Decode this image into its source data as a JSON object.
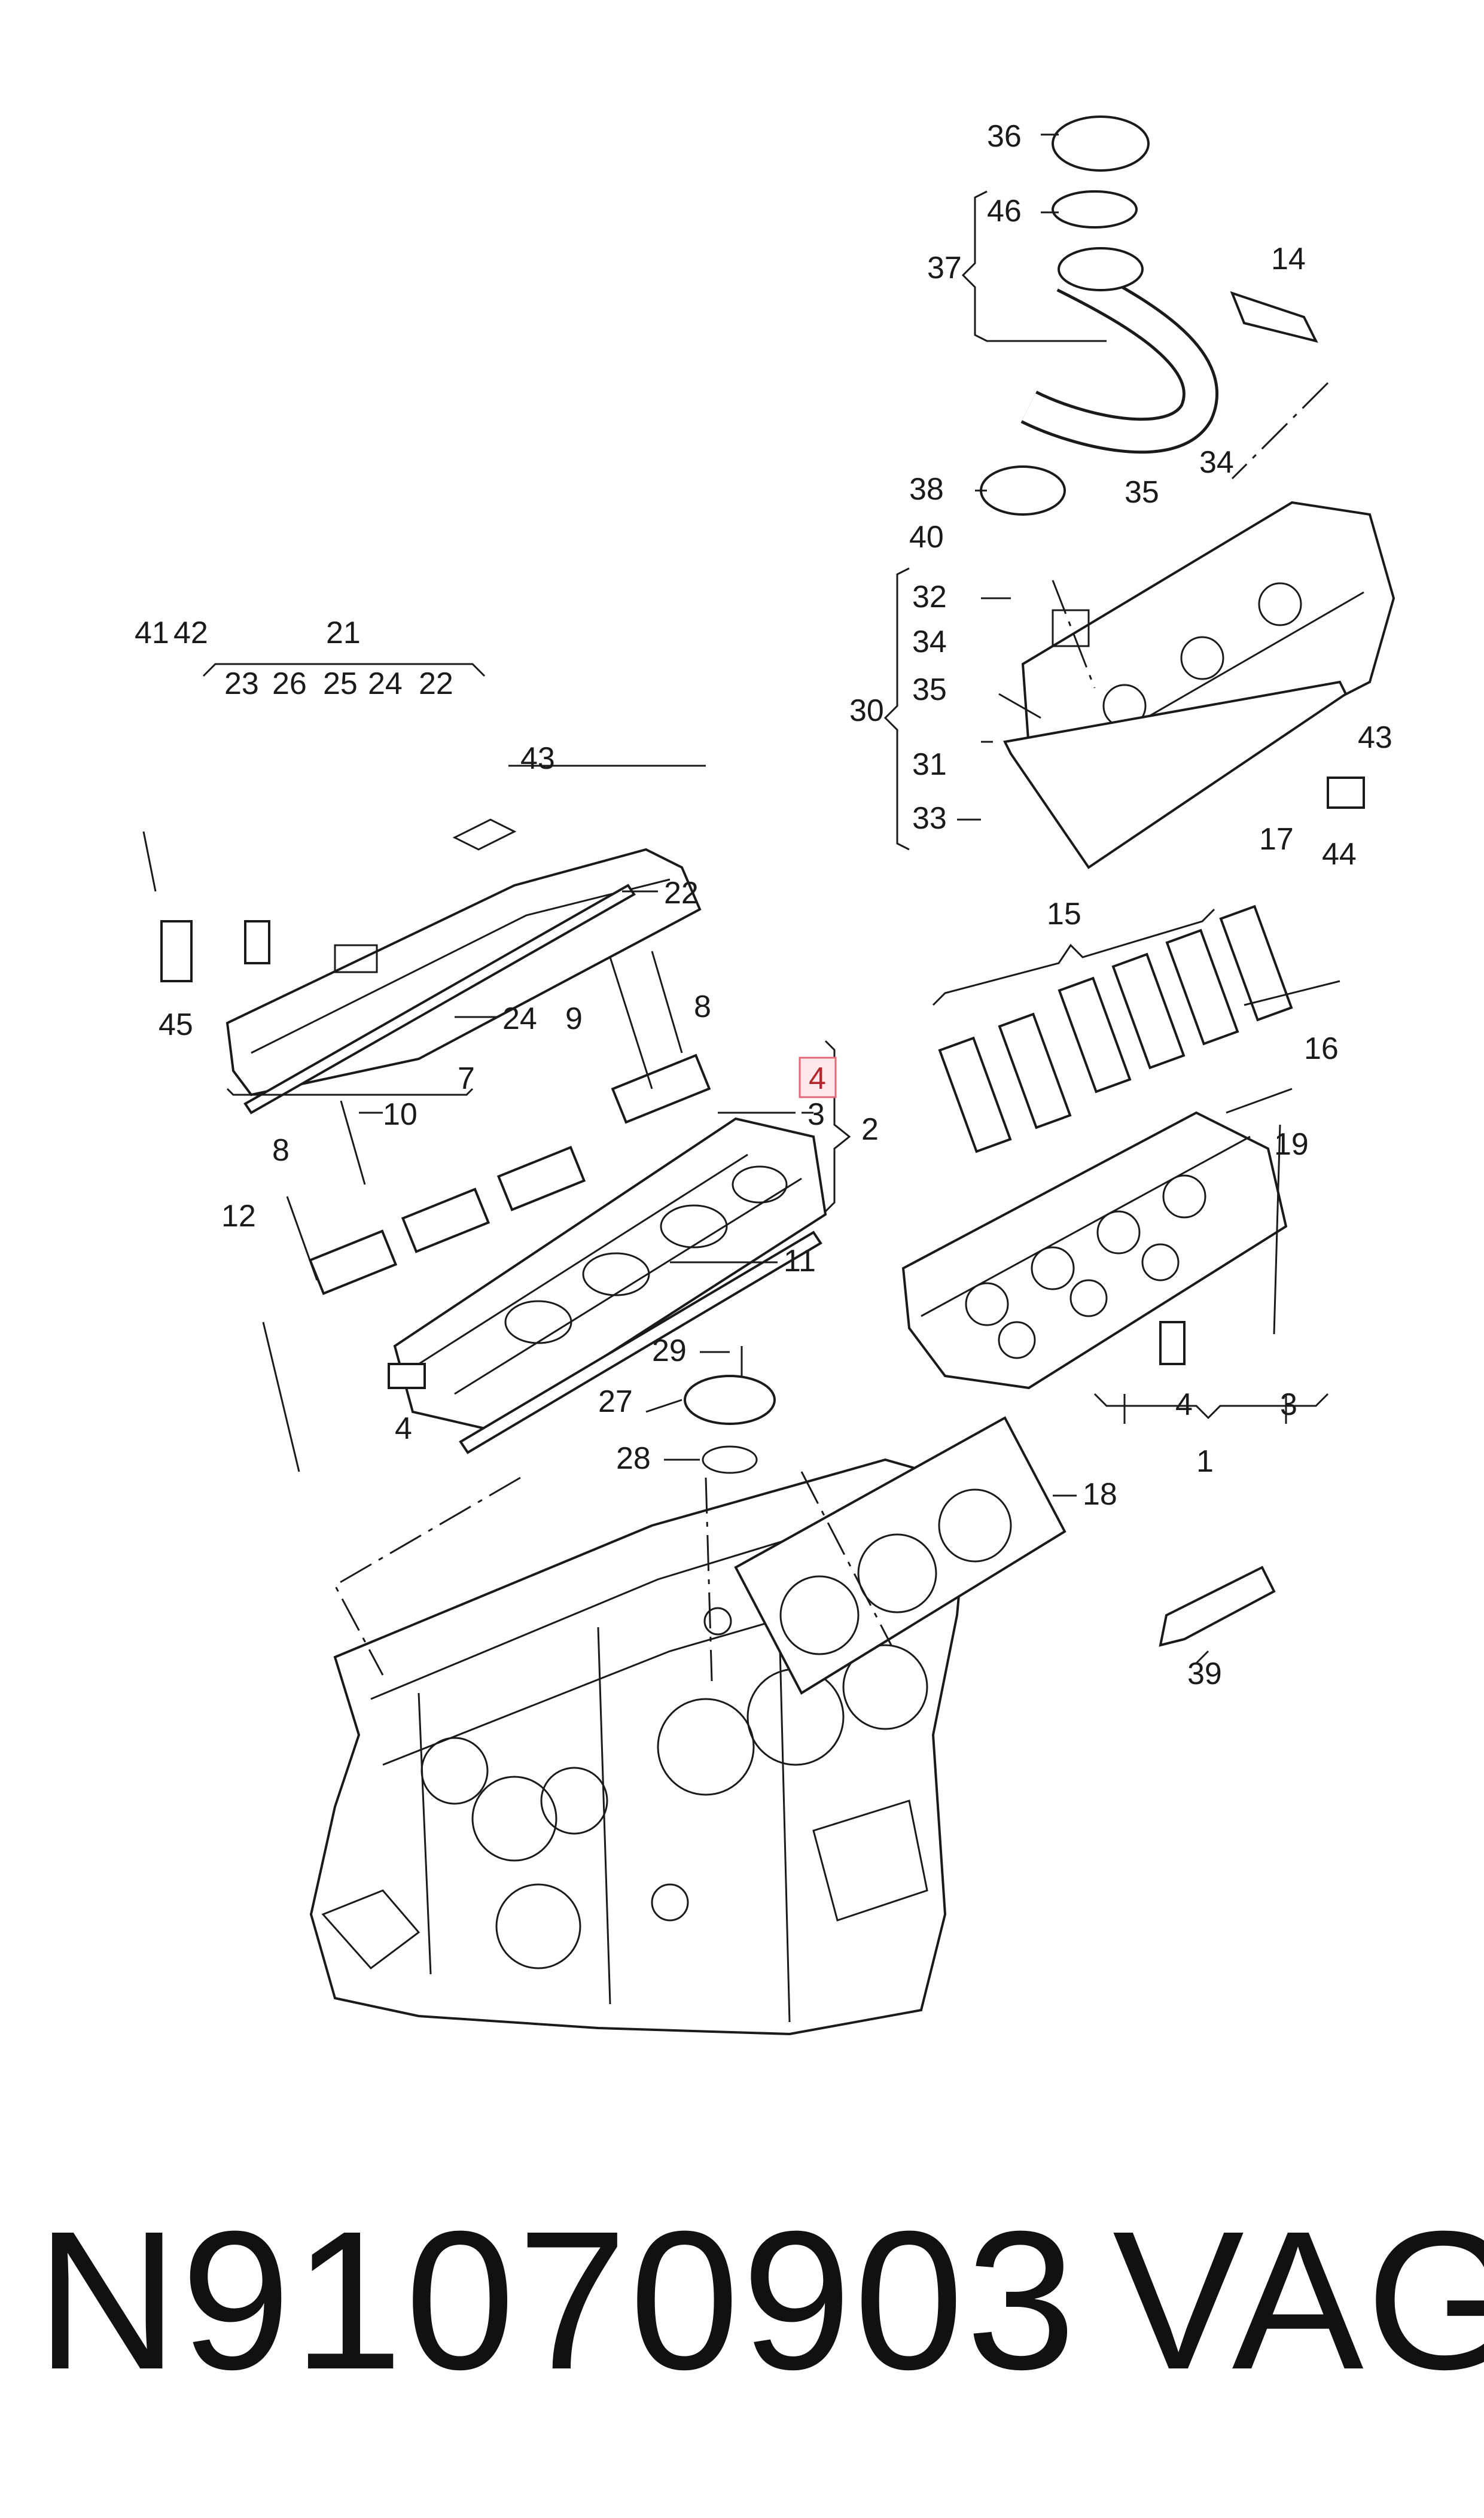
{
  "diagram": {
    "highlighted_callout": "4",
    "callouts": [
      {
        "id": "c1",
        "label": "1"
      },
      {
        "id": "c2",
        "label": "2"
      },
      {
        "id": "c3a",
        "label": "3"
      },
      {
        "id": "c3b",
        "label": "3"
      },
      {
        "id": "c4hl",
        "label": "4"
      },
      {
        "id": "c4a",
        "label": "4"
      },
      {
        "id": "c4b",
        "label": "4"
      },
      {
        "id": "c7",
        "label": "7"
      },
      {
        "id": "c8a",
        "label": "8"
      },
      {
        "id": "c8b",
        "label": "8"
      },
      {
        "id": "c9",
        "label": "9"
      },
      {
        "id": "c10",
        "label": "10"
      },
      {
        "id": "c11",
        "label": "11"
      },
      {
        "id": "c12",
        "label": "12"
      },
      {
        "id": "c14",
        "label": "14"
      },
      {
        "id": "c15",
        "label": "15"
      },
      {
        "id": "c16",
        "label": "16"
      },
      {
        "id": "c17",
        "label": "17"
      },
      {
        "id": "c18",
        "label": "18"
      },
      {
        "id": "c19",
        "label": "19"
      },
      {
        "id": "c21",
        "label": "21"
      },
      {
        "id": "c22a",
        "label": "22"
      },
      {
        "id": "c22b",
        "label": "22"
      },
      {
        "id": "c23",
        "label": "23"
      },
      {
        "id": "c24a",
        "label": "24"
      },
      {
        "id": "c24b",
        "label": "24"
      },
      {
        "id": "c25",
        "label": "25"
      },
      {
        "id": "c26",
        "label": "26"
      },
      {
        "id": "c27",
        "label": "27"
      },
      {
        "id": "c28",
        "label": "28"
      },
      {
        "id": "c29",
        "label": "29"
      },
      {
        "id": "c30",
        "label": "30"
      },
      {
        "id": "c31",
        "label": "31"
      },
      {
        "id": "c32",
        "label": "32"
      },
      {
        "id": "c33",
        "label": "33"
      },
      {
        "id": "c34a",
        "label": "34"
      },
      {
        "id": "c34b",
        "label": "34"
      },
      {
        "id": "c35a",
        "label": "35"
      },
      {
        "id": "c35b",
        "label": "35"
      },
      {
        "id": "c36",
        "label": "36"
      },
      {
        "id": "c37",
        "label": "37"
      },
      {
        "id": "c38",
        "label": "38"
      },
      {
        "id": "c39",
        "label": "39"
      },
      {
        "id": "c40",
        "label": "40"
      },
      {
        "id": "c41",
        "label": "41"
      },
      {
        "id": "c42",
        "label": "42"
      },
      {
        "id": "c43a",
        "label": "43"
      },
      {
        "id": "c43b",
        "label": "43"
      },
      {
        "id": "c44",
        "label": "44"
      },
      {
        "id": "c45",
        "label": "45"
      },
      {
        "id": "c46",
        "label": "46"
      }
    ]
  },
  "footer": {
    "part_number": "N91070903",
    "brand": "VAG"
  },
  "colors": {
    "line": "#1a1a1a",
    "highlight_fill": "#fde7ea",
    "highlight_stroke": "#e06a78",
    "highlight_text": "#b3262c"
  }
}
